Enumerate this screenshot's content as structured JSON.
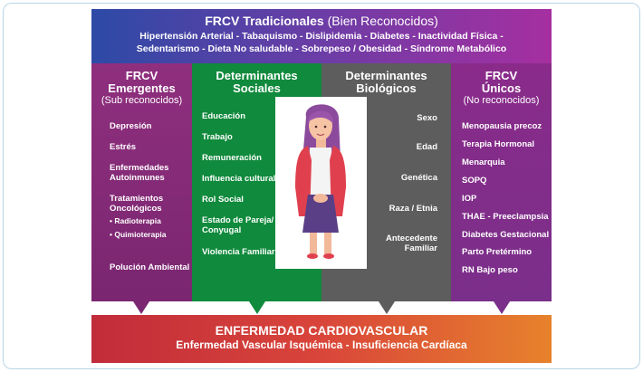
{
  "top": {
    "title_bold": "FRCV Tradicionales",
    "title_light": "(Bien Reconocidos)",
    "risks_line1": "Hipertensión Arterial - Tabaquismo - Dislipidemia - Diabetes - Inactividad Física -",
    "risks_line2": "Sedentarismo - Dieta No saludable - Sobrepeso / Obesidad - Síndrome Metabólico"
  },
  "columns": {
    "emergentes": {
      "title1": "FRCV",
      "title2": "Emergentes",
      "subtitle": "(Sub reconocidos)",
      "items": [
        "Depresión",
        "Estrés",
        "Enfermedades",
        "Autoinmunes",
        "Tratamientos",
        "Oncológicos",
        "Polución Ambiental"
      ],
      "bullets": [
        "Radioterapia",
        "Quimioterapia"
      ]
    },
    "sociales": {
      "title1": "Determinantes",
      "title2": "Sociales",
      "items": [
        "Educación",
        "Trabajo",
        "Remuneración",
        "Influencia cultural",
        "Rol Social",
        "Estado de Pareja/",
        "Conyugal",
        "Violencia Familiar"
      ]
    },
    "biologicos": {
      "title1": "Determinantes",
      "title2": "Biológicos",
      "items": [
        "Sexo",
        "Edad",
        "Genética",
        "Raza / Etnia",
        "Antecedente",
        "Familiar"
      ]
    },
    "unicos": {
      "title1": "FRCV",
      "title2": "Únicos",
      "subtitle": "(No reconocidos)",
      "items": [
        "Menopausia precoz",
        "Terapia Hormonal",
        "Menarquia",
        "SOPQ",
        "IOP",
        "THAE  - Preeclampsia",
        "Diabetes Gestacional",
        "Parto Pretérmino",
        "RN Bajo peso"
      ]
    }
  },
  "bottom": {
    "title": "ENFERMEDAD CARDIOVASCULAR",
    "subtitle": "Enfermedad Vascular Isquémica - Insuficiencia Cardíaca"
  },
  "colors": {
    "emergentes": "#7a2670",
    "sociales": "#108a3c",
    "biologicos": "#5d5d5d",
    "unicos": "#7a2f8a"
  },
  "illustration": "woman-figure"
}
